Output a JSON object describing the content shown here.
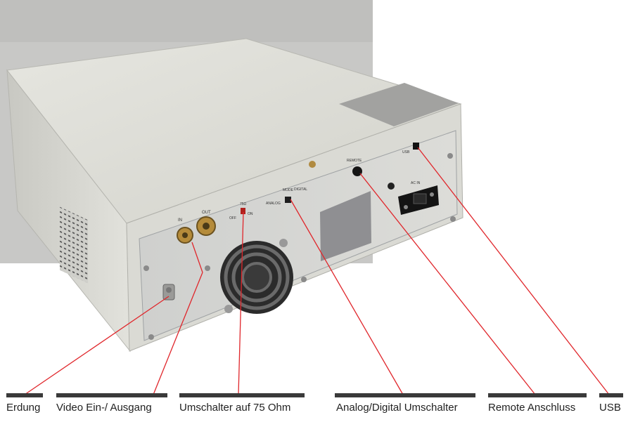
{
  "colors": {
    "leader_line": "#e0262b",
    "label_bar": "#3a3a3a",
    "device_body": "#dcdcd6",
    "back_panel": "#c9ccce"
  },
  "panel_text": {
    "bnc_in": "IN",
    "bnc_out": "OUT",
    "switch_off": "OFF",
    "switch_75": "75Ω",
    "switch_on": "ON",
    "mode": "MODE",
    "analog": "ANALOG",
    "digital": "DIGITAL",
    "remote": "REMOTE",
    "usb": "USB",
    "ac_in": "AC IN"
  },
  "callouts": [
    {
      "label": "Erdung"
    },
    {
      "label": "Video Ein-/ Ausgang"
    },
    {
      "label": "Umschalter auf 75 Ohm"
    },
    {
      "label": "Analog/Digital Umschalter"
    },
    {
      "label": "Remote Anschluss"
    },
    {
      "label": "USB"
    }
  ]
}
